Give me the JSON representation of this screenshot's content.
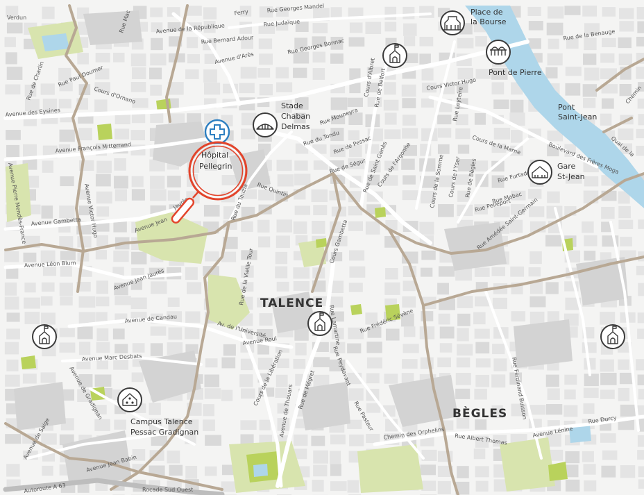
{
  "map": {
    "colors": {
      "background": "#f4f4f3",
      "road": "#ffffff",
      "block": "#e2e2e2",
      "block_dark": "#d3d3d3",
      "park": "#d8e4ae",
      "park_bright": "#b9d25c",
      "water": "#aed6ea",
      "boundary": "#b8a894",
      "hospital_blue": "#2d7fc1",
      "highlight_red": "#e3442b"
    },
    "communes": {
      "talence": "TALENCE",
      "begles": "BÈGLES"
    },
    "places": {
      "place_bourse_1": "Place de",
      "place_bourse_2": "la Bourse",
      "pont_pierre": "Pont de Pierre",
      "pont_saint_jean_1": "Pont",
      "pont_saint_jean_2": "Saint-Jean",
      "stade_1": "Stade",
      "stade_2": "Chaban",
      "stade_3": "Delmas",
      "gare_1": "Gare",
      "gare_2": "St-Jean",
      "campus_1": "Campus Talence",
      "campus_2": "Pessac Gradignan"
    },
    "hospital": {
      "line1": "Hôpital",
      "line2": "Pellegrin"
    },
    "streets": {
      "verdun": "Verdun",
      "ferry": "Ferry",
      "georges_mandel": "Rue Georges Mandel",
      "mac": "Rue Mac",
      "judaique": "Rue Judaïque",
      "republique": "Avenue de la République",
      "bernard_adour": "Rue Bernard Adour",
      "georges_bonnac": "Rue Georges Bonnac",
      "ares": "Avenue d'Arès",
      "charlin": "Rue de Charlin",
      "paul_doumer": "Rue Paul Doumer",
      "ornano": "Cours d'Ornano",
      "eysines": "Avenue des Eysines",
      "albret": "Cours d'Albret",
      "belfort": "Rue de Belfort",
      "mouneyra": "Rue Mouneyra",
      "tondu": "Rue du Tondu",
      "pessac": "Rue de Pessac",
      "segur": "Rue de Ségur",
      "saint_genes": "Rue de Saint Genès",
      "argonne": "Cours de l'Argonne",
      "victor_hugo_top": "Cours Victor Hugo",
      "leyteire": "Rue Leyteire",
      "marne": "Cours de la Marne",
      "somme": "Cours de la Somme",
      "yser": "Cours de l'Yser",
      "begles_rue": "Rue de Bègles",
      "furtado": "Rue Furtado",
      "mabac": "Rue Mabac",
      "pelleport": "Rue Pelleport",
      "amedee": "Rue Amédée Saint-Germain",
      "freres_moga": "Boulevard des Frères Moga",
      "benauge": "Rue de la Benauge",
      "quai": "Quai de la",
      "chemin": "Chemin",
      "francois_mitterrand": "Avenue François Mitterrand",
      "pierre_mendes": "Avenue Pierre Mendès-France",
      "victor_hugo_av": "Avenue Victor Hugo",
      "gambetta": "Avenue Gambetta",
      "jean_jaures_1": "Avenue Jean",
      "jean_jaures_2": "Jaurès",
      "tauzia": "Rue du Tauzia",
      "quintin": "Rue Quintin",
      "leon_blum": "Avenue Léon Blum",
      "jean_jaures_full": "Avenue Jean Jaurès",
      "la_vieille_tour": "Rue de la Vieille Tour",
      "gambetta_cours": "Cours Gambetta",
      "lamartine": "Rue Lamartine",
      "candau": "Avenue de Candau",
      "roul": "Avenue Roul",
      "liberation": "Cours de la Libération",
      "marc_desbats": "Avenue Marc Desbats",
      "gradignan": "Avenue de Gradignan",
      "thouars": "Avenue de Thouars",
      "megret": "Rue de Mégret",
      "peydavant": "Rue Peydavant",
      "frederic_sevene": "Rue Frédéric Sévène",
      "ferdinand_buisson": "Rue Ferdinand Buisson",
      "orphelins": "Chemin des Orphelins",
      "albert_thomas": "Rue Albert Thomas",
      "pasteur": "Rue Pasteur",
      "lenine": "Avenue Lénine",
      "durcy": "Rue Durcy",
      "saige": "Avenue de Saige",
      "jean_babin": "Avenue Jean Babin",
      "autoroute": "Autoroute A 63",
      "rocade": "Rocade Sud Ouest",
      "universite": "Av. de l'Université"
    }
  }
}
